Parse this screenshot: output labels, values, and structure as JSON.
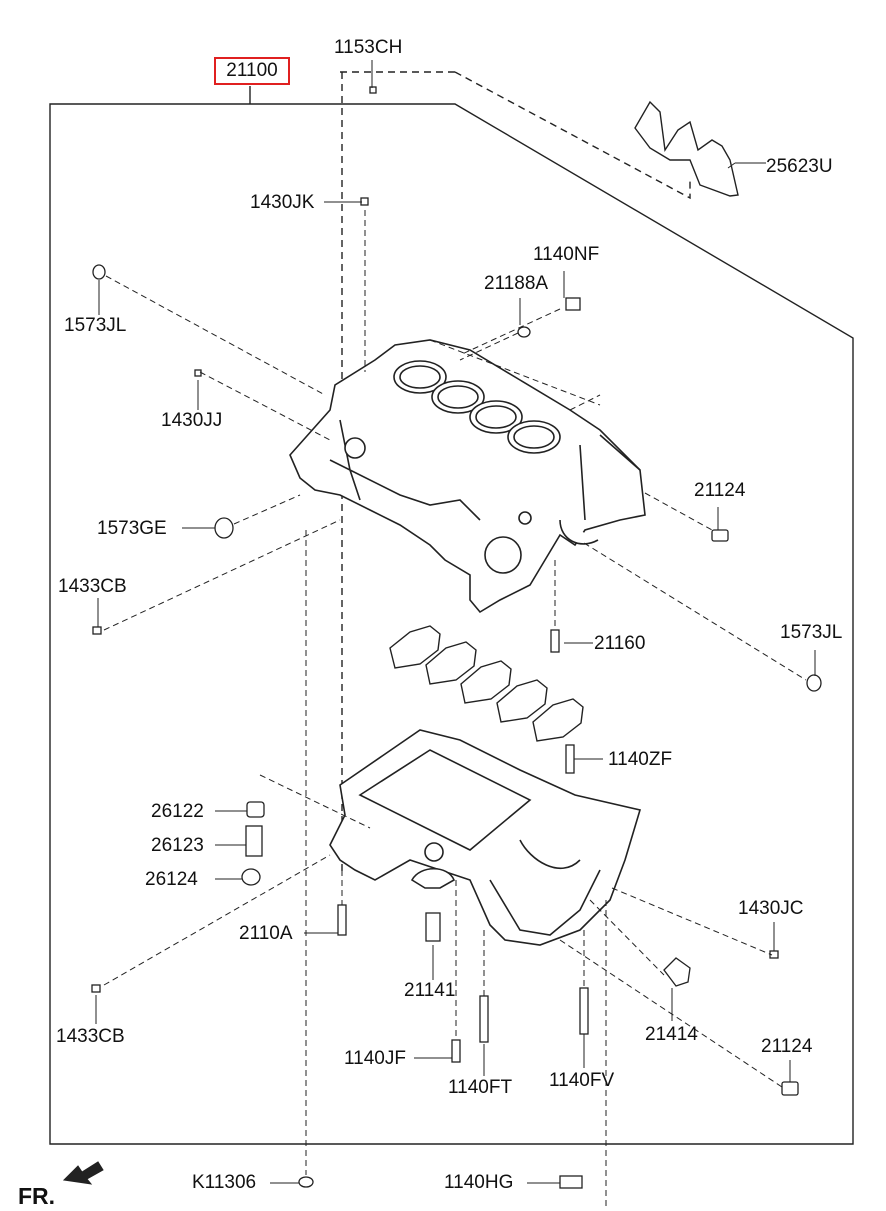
{
  "assembly_label": "21100",
  "direction_label": "FR.",
  "labels": {
    "p1153CH": "1153CH",
    "p25623U": "25623U",
    "p1430JK": "1430JK",
    "p1140NF": "1140NF",
    "p21188A": "21188A",
    "p1573JL_top": "1573JL",
    "p1430JJ": "1430JJ",
    "p21124_top": "21124",
    "p1573GE": "1573GE",
    "p1433CB_top": "1433CB",
    "p21160": "21160",
    "p1573JL_right": "1573JL",
    "p1140ZF": "1140ZF",
    "p26122": "26122",
    "p26123": "26123",
    "p26124": "26124",
    "p2110A": "2110A",
    "p1430JC": "1430JC",
    "p21141": "21141",
    "p1433CB_bottom": "1433CB",
    "p21414": "21414",
    "p21124_bottom": "21124",
    "p1140JF": "1140JF",
    "p1140FT": "1140FT",
    "p1140FV": "1140FV",
    "pK11306": "K11306",
    "p1140HG": "1140HG"
  }
}
